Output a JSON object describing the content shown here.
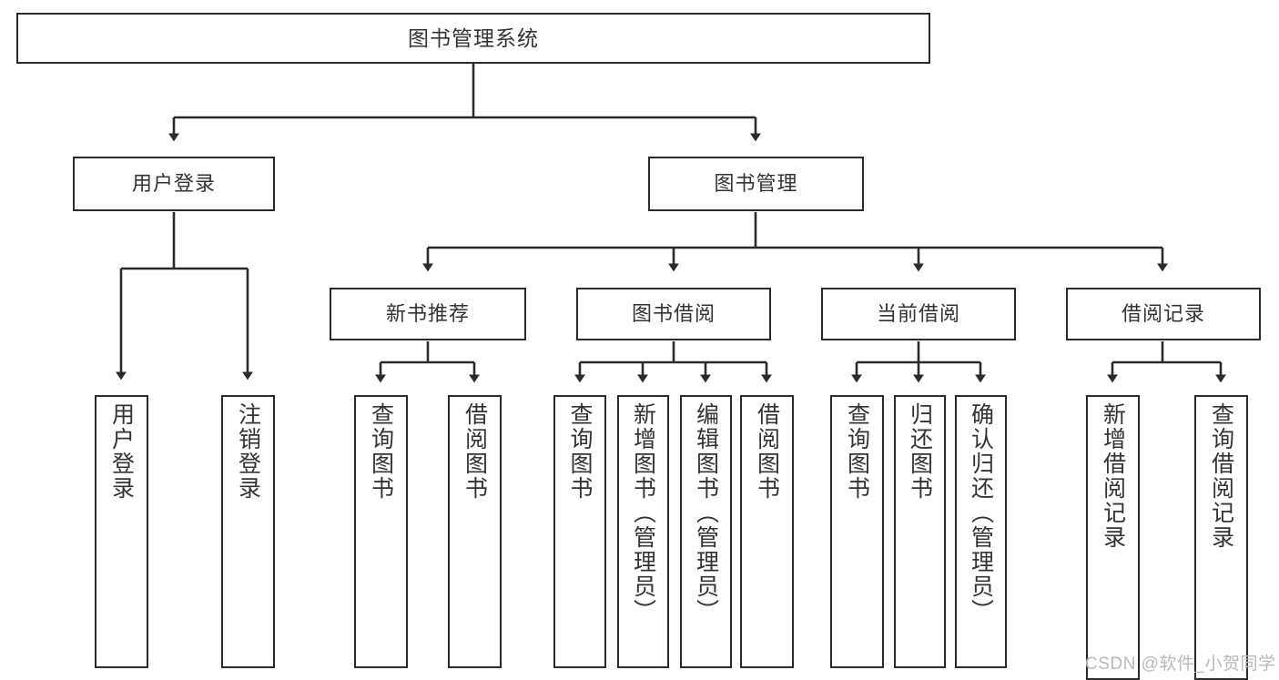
{
  "diagram": {
    "title": "图书管理系统",
    "type": "tree-hierarchy",
    "watermark": "CSDN @软件_小贺同学",
    "colors": {
      "box_border": "#2b2b2b",
      "box_fill": "#ffffff",
      "text": "#333333",
      "connector": "#2b2b2b",
      "watermark": "#b9b9b9",
      "background": "#ffffff"
    },
    "levels": {
      "root": {
        "label": "图书管理系统"
      },
      "level2": [
        {
          "label": "用户登录"
        },
        {
          "label": "图书管理"
        }
      ],
      "level3": [
        {
          "label": "新书推荐"
        },
        {
          "label": "图书借阅"
        },
        {
          "label": "当前借阅"
        },
        {
          "label": "借阅记录"
        }
      ],
      "leaves_user_login": [
        {
          "label": "用户登录"
        },
        {
          "label": "注销登录"
        }
      ],
      "leaves_new_book": [
        {
          "label": "查询图书"
        },
        {
          "label": "借阅图书"
        }
      ],
      "leaves_borrow": [
        {
          "label": "查询图书"
        },
        {
          "label": "新增图书（管理员）"
        },
        {
          "label": "编辑图书（管理员）"
        },
        {
          "label": "借阅图书"
        }
      ],
      "leaves_current": [
        {
          "label": "查询图书"
        },
        {
          "label": "归还图书"
        },
        {
          "label": "确认归还（管理员）"
        }
      ],
      "leaves_records": [
        {
          "label": "新增借阅记录"
        },
        {
          "label": "查询借阅记录"
        }
      ]
    }
  }
}
